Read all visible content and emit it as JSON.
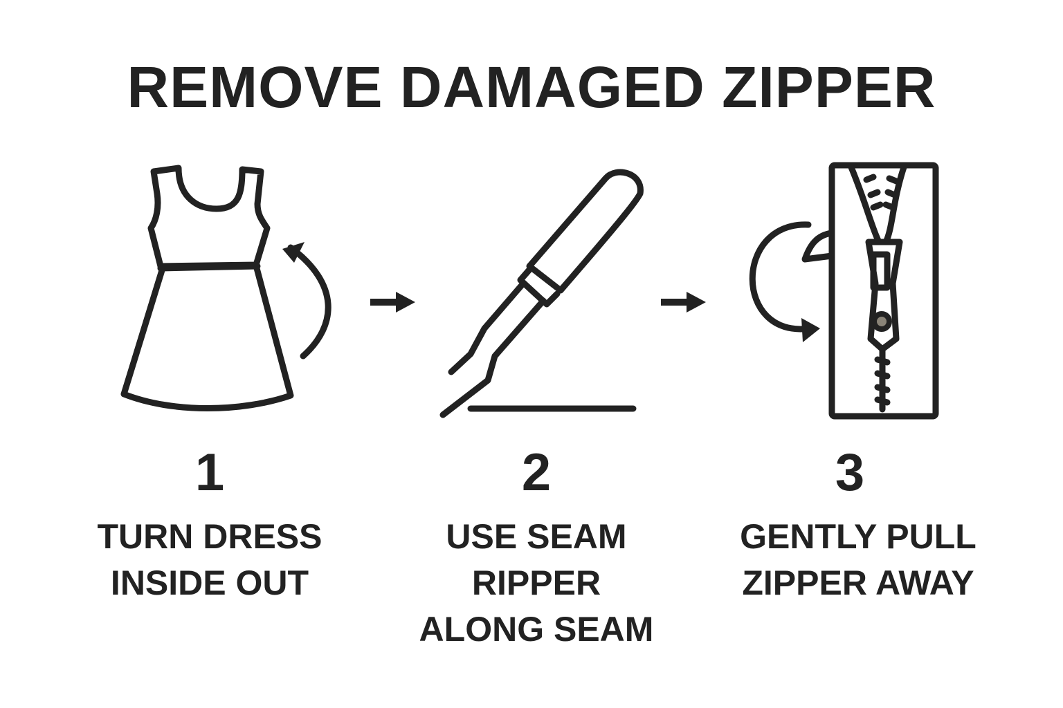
{
  "title": "REMOVE DAMAGED ZIPPER",
  "steps": [
    {
      "number": "1",
      "lines": [
        "TURN DRESS",
        "INSIDE OUT"
      ],
      "icon": "dress-turn-icon"
    },
    {
      "number": "2",
      "lines": [
        "USE SEAM",
        "RIPPER",
        "ALONG SEAM"
      ],
      "icon": "seam-ripper-icon"
    },
    {
      "number": "3",
      "lines": [
        "GENTLY PULL",
        "ZIPPER AWAY"
      ],
      "icon": "zipper-pull-icon"
    }
  ],
  "colors": {
    "ink": "#222222",
    "background": "#ffffff",
    "pull_hole": "#8a8478"
  }
}
